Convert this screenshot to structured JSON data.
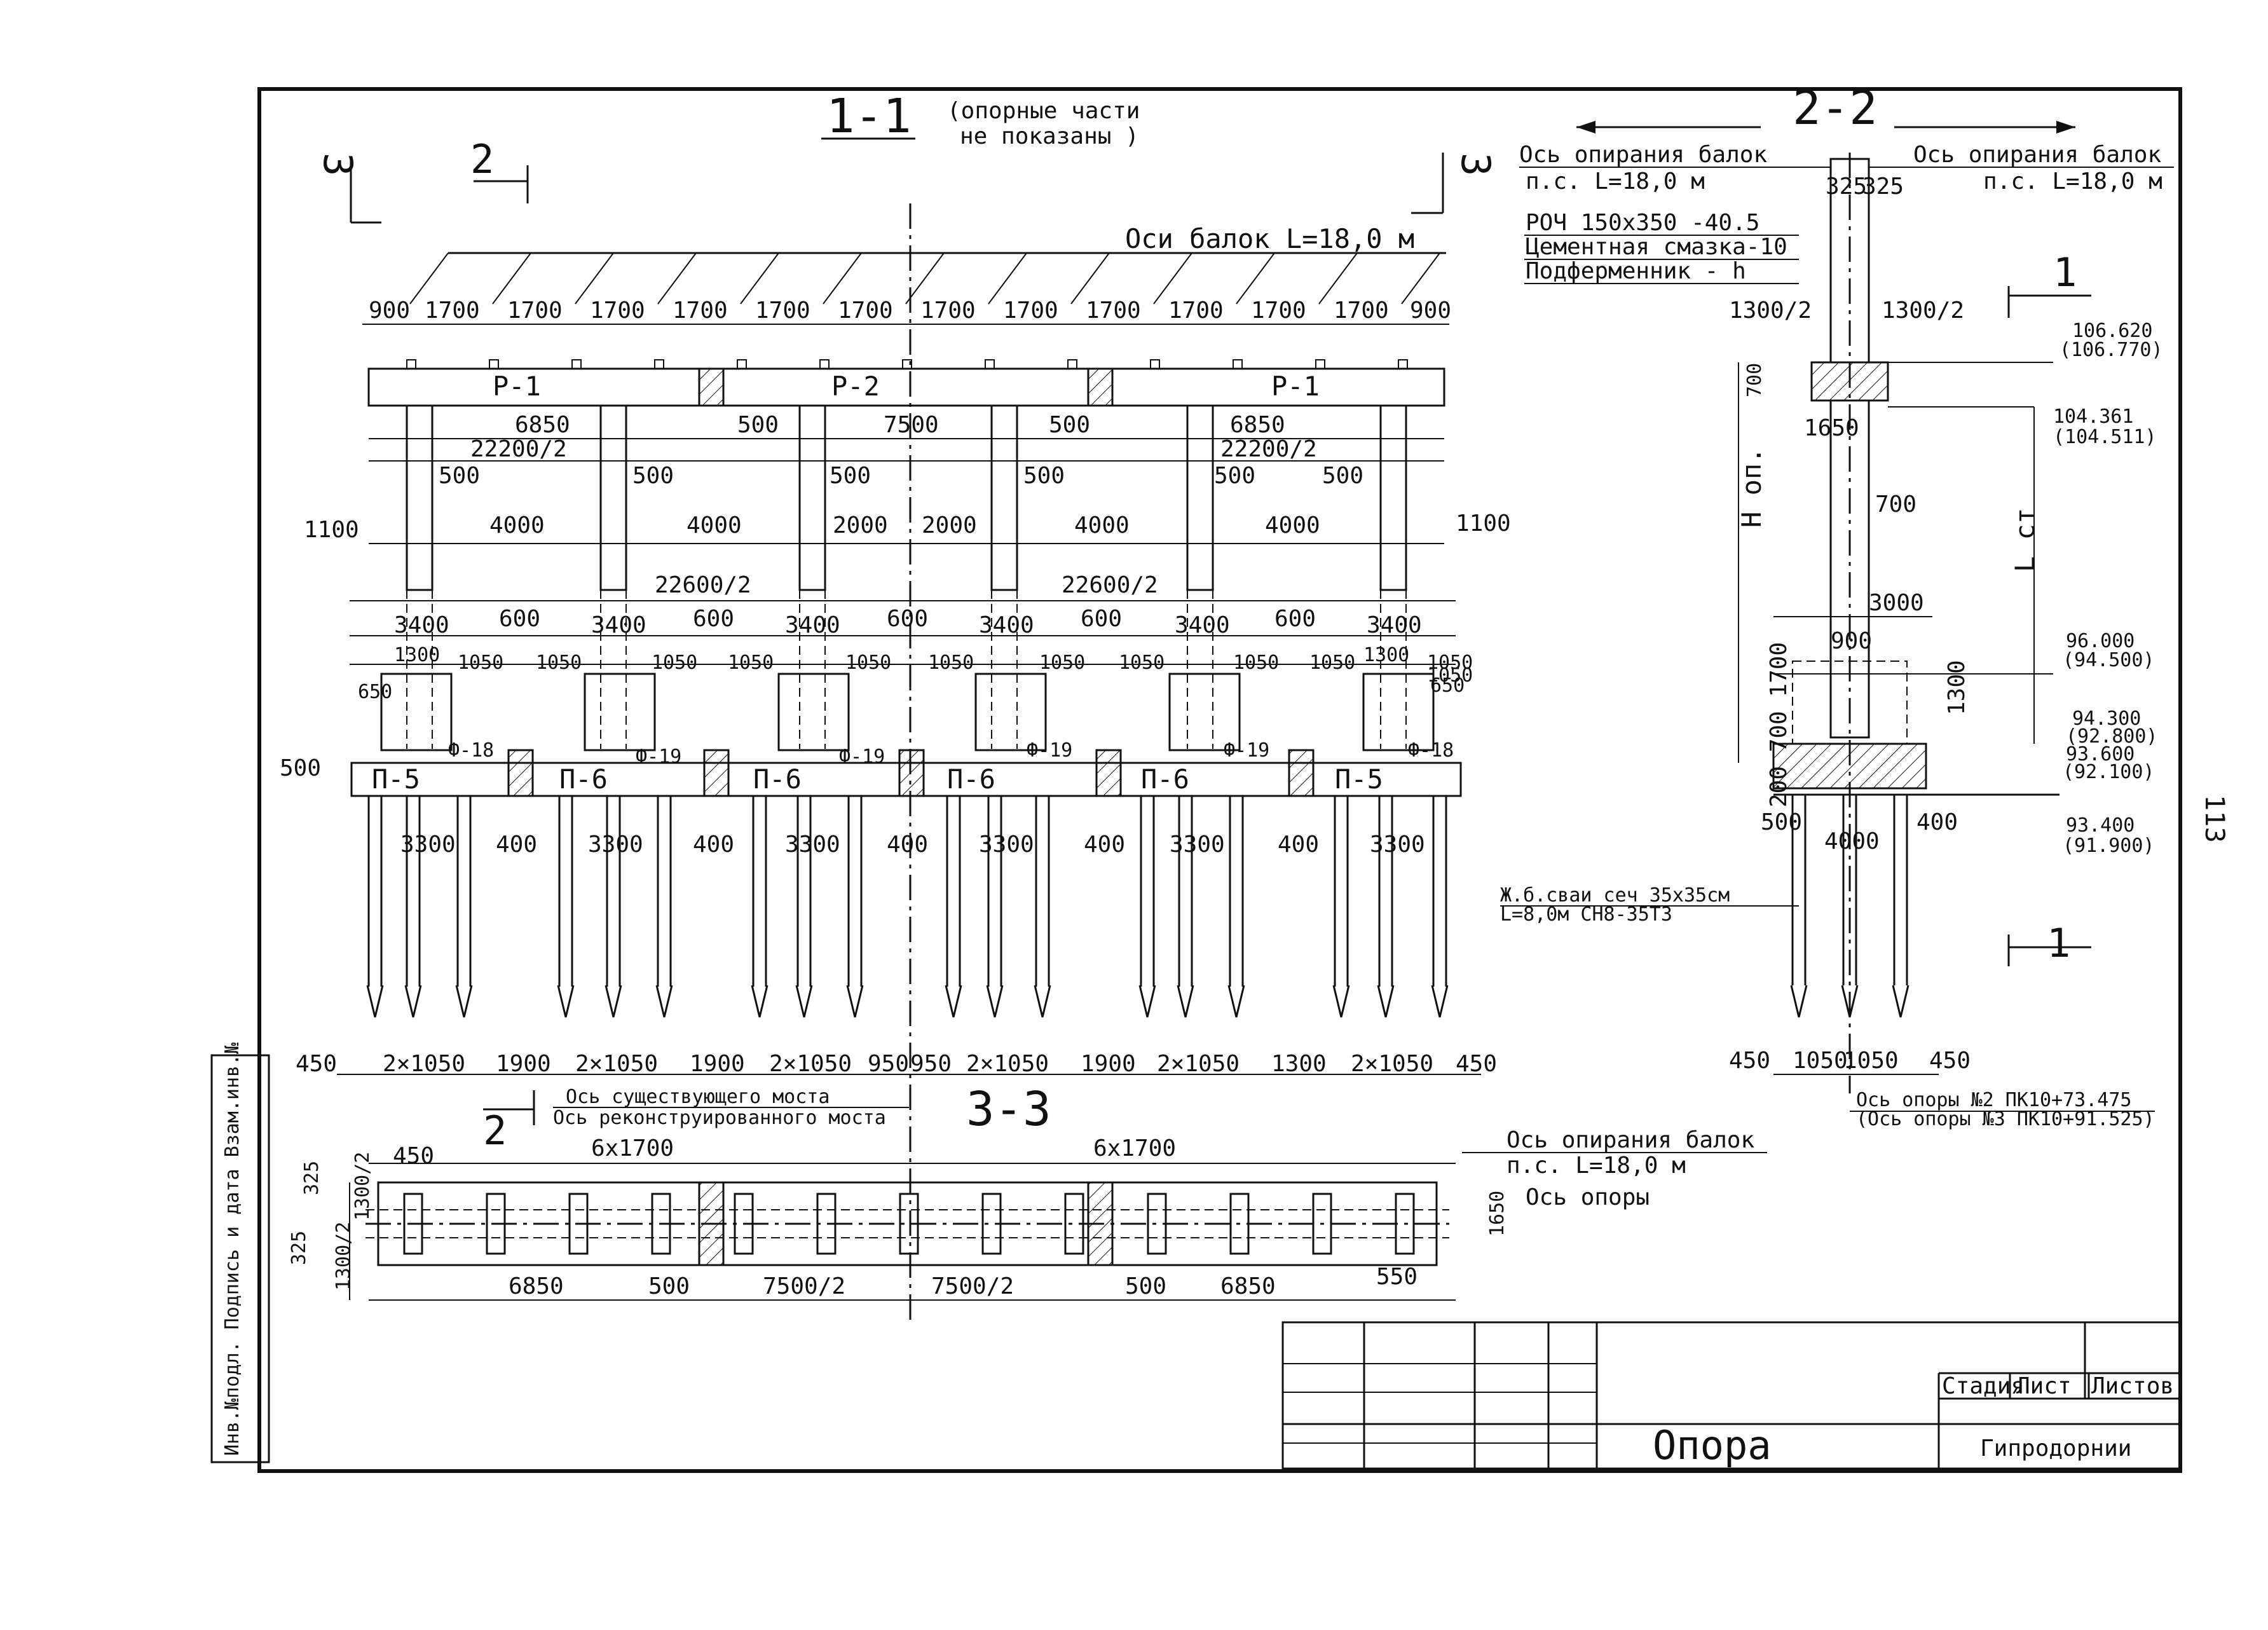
{
  "sheet": {
    "title": "Опора",
    "organization": "Гипродорнии",
    "page_number": "113",
    "stamp_cols": [
      "Стадия",
      "Лист",
      "Листов"
    ],
    "side_stamp": "Инв.№подл. Подпись и дата Взам.инв.№"
  },
  "section_1_1": {
    "title": "1-1",
    "note_line1": "(опорные части",
    "note_line2": "не показаны )",
    "marker_3_left": "3",
    "marker_2_left": "2",
    "marker_3_right": "3",
    "beam_axes": "Оси балок L=18,0 м",
    "top_dims": [
      "900",
      "1700",
      "1700",
      "1700",
      "1700",
      "1700",
      "1700",
      "1700",
      "1700",
      "1700",
      "1700",
      "1700",
      "1700",
      "900"
    ],
    "crossbars": [
      "Р-1",
      "Р-2",
      "Р-1"
    ],
    "crossbar_dims": [
      "6850",
      "500",
      "7500",
      "500",
      "6850"
    ],
    "half_dims": [
      "22200/2",
      "22200/2"
    ],
    "col_dims_500": [
      "500",
      "500",
      "500",
      "500",
      "500",
      "500"
    ],
    "span_dims": [
      "4000",
      "4000",
      "2000",
      "2000",
      "4000",
      "4000"
    ],
    "edge_1100_left": "1100",
    "edge_1100_right": "1100",
    "footing_half_dims": [
      "22600/2",
      "22600/2"
    ],
    "footing_widths": [
      "3400",
      "3400",
      "3400",
      "3400",
      "3400",
      "3400"
    ],
    "footing_gaps": [
      "600",
      "600",
      "600",
      "600",
      "600"
    ],
    "inner_1300": [
      "1300",
      "1300"
    ],
    "inner_1050": [
      "1050",
      "1050",
      "1050",
      "1050",
      "1050",
      "1050",
      "1050",
      "1050",
      "1050",
      "1050",
      "1050",
      "1050"
    ],
    "small_650": [
      "650",
      "650"
    ],
    "blocks": [
      "Ф-18",
      "Ф-19",
      "Ф-19",
      "Ф-19",
      "Ф-19",
      "Ф-18"
    ],
    "dim_500_left": "500",
    "slabs": [
      "П-5",
      "П-6",
      "П-6",
      "П-6",
      "П-6",
      "П-5"
    ],
    "pile_group_dims": [
      "3300",
      "400",
      "3300",
      "400",
      "3300",
      "400",
      "3300",
      "400",
      "3300",
      "400",
      "3300"
    ],
    "bottom_dims": [
      "450",
      "2×1050",
      "1900",
      "2×1050",
      "1900",
      "2×1050",
      "950",
      "950",
      "2×1050",
      "1900",
      "2×1050",
      "1300",
      "2×1050",
      "450"
    ],
    "piles_note_line1": "Ж.б.сваи сеч 35х35см",
    "piles_note_line2": "L=8,0м СН8-35Т3",
    "marker_2_bottom": "2",
    "axis_existing": "Ось существующего моста",
    "axis_reconstructed": "Ось реконструированного моста"
  },
  "section_2_2": {
    "title": "2-2",
    "axis_left_line1": "Ось опирания балок",
    "axis_left_line2": "п.с. L=18,0 м",
    "axis_right_line1": "Ось опирания балок",
    "axis_right_line2": "п.с. L=18,0 м",
    "dim_325_left": "325",
    "dim_325_right": "325",
    "legend": [
      "РОЧ 150х350      -40.5",
      "Цементная смазка-10",
      "Подферменник     - h"
    ],
    "dim_1300_2_left": "1300/2",
    "dim_1300_2_right": "1300/2",
    "marker_1_top": "1",
    "marker_1_bottom": "1",
    "elev_106": "106.620",
    "elev_106_b": "(106.770)",
    "elev_104": "104.361",
    "elev_104_b": "(104.511)",
    "dim_700_top": "700",
    "dim_1650": "1650",
    "dim_700_mid": "700",
    "h_op": "H оп.",
    "l_st": "L ст",
    "dim_3000": "3000",
    "dim_900": "900",
    "dim_1300": "1300",
    "elev_96": "96.000",
    "elev_96_b": "(94.500)",
    "elev_94": "94.300",
    "elev_94_b": "(92.800)",
    "elev_93_6": "93.600",
    "elev_93_6_b": "(92.100)",
    "elev_93_4": "93.400",
    "elev_93_4_b": "(91.900)",
    "vertical_dims": "200 700 1700",
    "dim_500": "500",
    "dim_4000": "4000",
    "dim_400": "400",
    "bottom_dims": [
      "450",
      "1050",
      "1050",
      "450"
    ],
    "support_axis_2": "Ось опоры №2 ПК10+73.475",
    "support_axis_3": "(Ось опоры №3 ПК10+91.525)"
  },
  "section_3_3": {
    "title": "3-3",
    "dim_6x1700_left": "6х1700",
    "dim_6x1700_right": "6х1700",
    "dim_450": "450",
    "left_dims": [
      "1300/2",
      "325",
      "325",
      "1300/2"
    ],
    "bottom_dims": [
      "6850",
      "500",
      "7500/2",
      "7500/2",
      "500",
      "6850"
    ],
    "dim_550": "550",
    "dim_1650": "1650",
    "axis_beams_line1": "Ось опирания балок",
    "axis_beams_line2": "п.с. L=18,0 м",
    "support_axis": "Ось опоры"
  }
}
